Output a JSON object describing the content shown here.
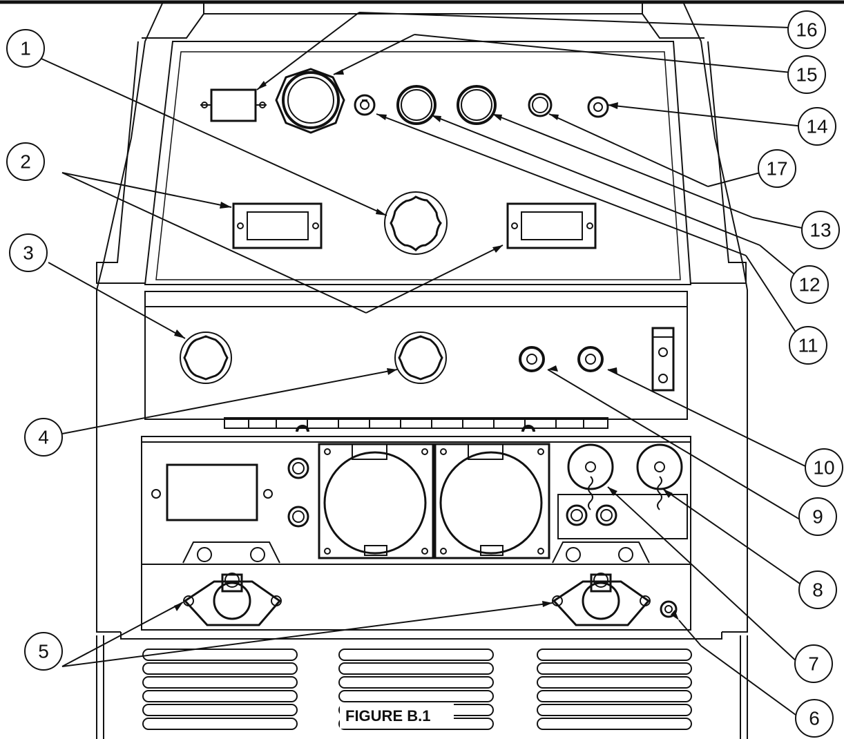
{
  "figure": {
    "caption": "FIGURE B.1"
  },
  "callouts": [
    "1",
    "2",
    "3",
    "4",
    "5",
    "6",
    "7",
    "8",
    "9",
    "10",
    "11",
    "12",
    "13",
    "14",
    "15",
    "16",
    "17"
  ],
  "colors": {
    "line": "#111111",
    "panel_fill": "#ffffff",
    "dark": "#1a1a1a"
  }
}
